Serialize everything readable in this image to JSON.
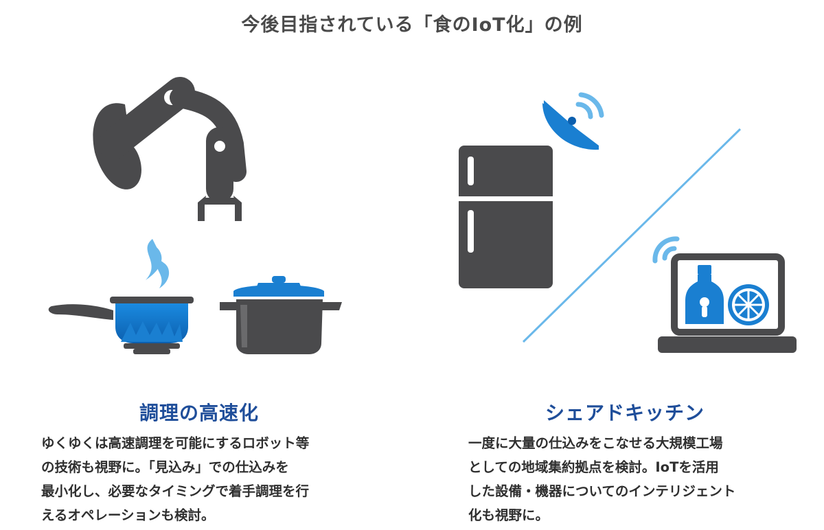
{
  "title": "今後目指されている「食のIoT化」の例",
  "colors": {
    "accent_blue": "#1f4e9a",
    "icon_blue": "#1a7fd1",
    "light_blue": "#6ab8ea",
    "icon_gray": "#4a4a4c"
  },
  "left": {
    "heading": "調理の高速化",
    "description_lines": [
      "ゆくゆくは高速調理を可能にするロボット等",
      "の技術も視野に。「見込み」での仕込みを",
      "最小化し、必要なタイミングで着手調理を行",
      "えるオペレーションも検討。"
    ],
    "icons": [
      "robot-arm-icon",
      "saucepan-icon",
      "flame-icon",
      "steam-icon",
      "stock-pot-icon"
    ]
  },
  "right": {
    "heading": "シェアドキッチン",
    "description_lines": [
      "一度に大量の仕込みをこなせる大規模工場",
      "としての地域集約拠点を検討。IoTを活用",
      "した設備・機器についてのインテリジェント",
      "化も視野に。"
    ],
    "icons": [
      "refrigerator-icon",
      "satellite-dish-icon",
      "wifi-signal-icon",
      "laptop-icon",
      "bottle-icon",
      "lemon-icon"
    ]
  }
}
